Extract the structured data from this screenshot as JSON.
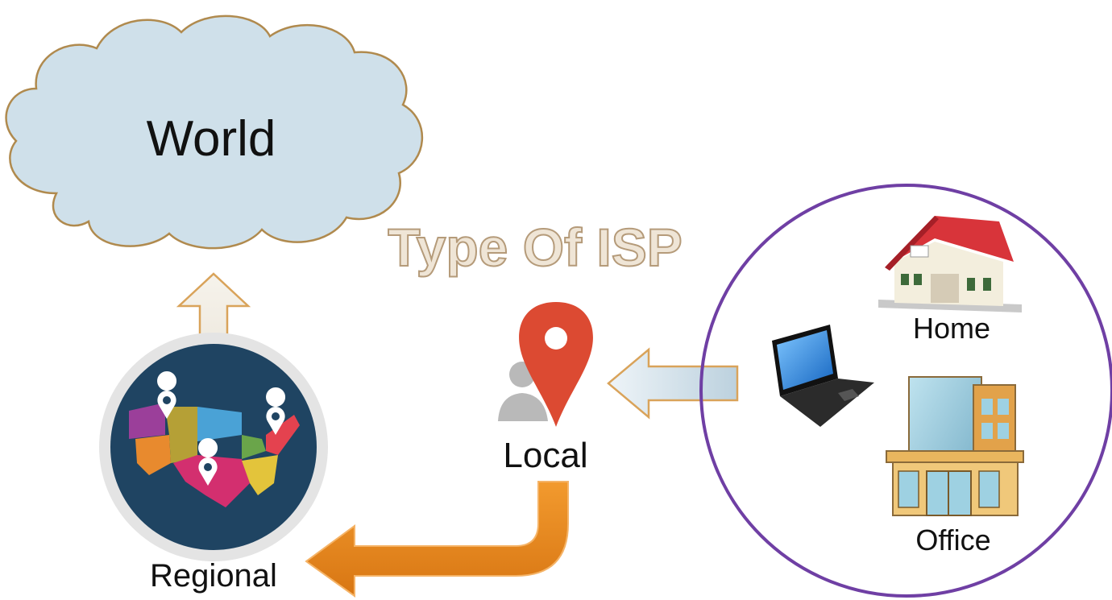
{
  "title": "Type Of ISP",
  "nodes": {
    "world": {
      "label": "World"
    },
    "regional": {
      "label": "Regional"
    },
    "local": {
      "label": "Local"
    },
    "home": {
      "label": "Home"
    },
    "office": {
      "label": "Office"
    }
  },
  "colors": {
    "cloud_fill": "#cfe0ea",
    "cloud_stroke": "#b08a4e",
    "title_fill": "#efe5d6",
    "title_stroke": "#b59b7a",
    "user_circle": "#6f3fa4",
    "orange_arrow": "#e8851c",
    "pin_red": "#dc4a32",
    "globe_bg": "#1f4462"
  },
  "icons": [
    "cloud-icon",
    "map-pin-icon",
    "usa-map-icon",
    "laptop-icon",
    "house-icon",
    "office-building-icon",
    "person-icon"
  ]
}
